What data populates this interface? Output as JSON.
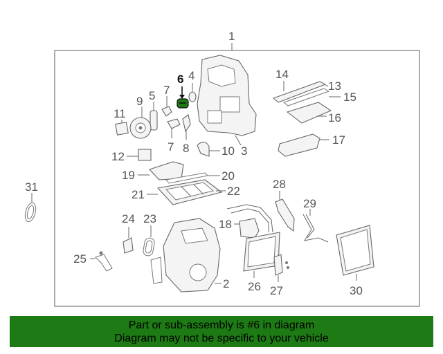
{
  "callouts": {
    "c1": "1",
    "c2": "2",
    "c3": "3",
    "c4": "4",
    "c5": "5",
    "c6": "6",
    "c7a": "7",
    "c7b": "7",
    "c8": "8",
    "c9": "9",
    "c10": "10",
    "c11": "11",
    "c12": "12",
    "c13": "13",
    "c14": "14",
    "c15": "15",
    "c16": "16",
    "c17": "17",
    "c18": "18",
    "c19": "19",
    "c20": "20",
    "c21": "21",
    "c22": "22",
    "c23": "23",
    "c24": "24",
    "c25": "25",
    "c26": "26",
    "c27": "27",
    "c28": "28",
    "c29": "29",
    "c30": "30",
    "c31": "31"
  },
  "highlight_color": "#1e7a14",
  "banner": {
    "line1": "Part or sub-assembly is #6 in diagram",
    "line2": "Diagram may not be specific to your vehicle"
  }
}
